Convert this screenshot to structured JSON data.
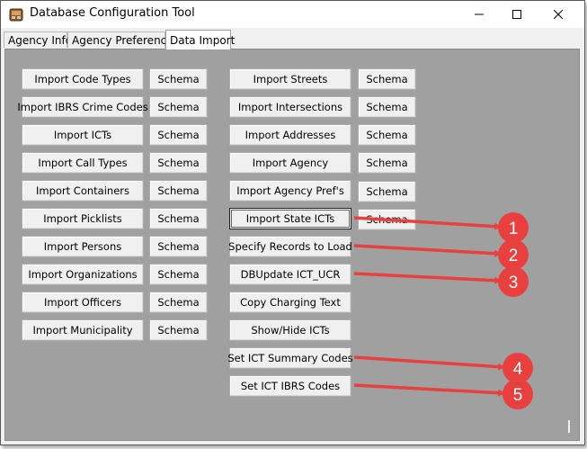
{
  "window": {
    "title": "Database Configuration Tool"
  },
  "tabs": [
    {
      "label": "Agency Info"
    },
    {
      "label": "Agency Preferences"
    },
    {
      "label": "Data Import"
    }
  ],
  "left_buttons": [
    {
      "label": "Import Code Types",
      "schema": "Schema"
    },
    {
      "label": "Import IBRS Crime Codes",
      "schema": "Schema"
    },
    {
      "label": "Import ICTs",
      "schema": "Schema"
    },
    {
      "label": "Import Call Types",
      "schema": "Schema"
    },
    {
      "label": "Import Containers",
      "schema": "Schema"
    },
    {
      "label": "Import Picklists",
      "schema": "Schema"
    },
    {
      "label": "Import Persons",
      "schema": "Schema"
    },
    {
      "label": "Import Organizations",
      "schema": "Schema"
    },
    {
      "label": "Import Officers",
      "schema": "Schema"
    },
    {
      "label": "Import Municipality",
      "schema": "Schema"
    }
  ],
  "right_buttons": [
    {
      "label": "Import Streets",
      "schema": "Schema"
    },
    {
      "label": "Import Intersections",
      "schema": "Schema"
    },
    {
      "label": "Import Addresses",
      "schema": "Schema"
    },
    {
      "label": "Import Agency",
      "schema": "Schema"
    },
    {
      "label": "Import Agency Pref's",
      "schema": "Schema"
    },
    {
      "label": "Import State ICTs",
      "schema": "Schema"
    },
    {
      "label": "Specify Records to Load"
    },
    {
      "label": "DBUpdate ICT_UCR"
    },
    {
      "label": "Copy Charging Text"
    },
    {
      "label": "Show/Hide ICTs"
    },
    {
      "label": "Set ICT Summary Codes"
    },
    {
      "label": "Set ICT IBRS Codes"
    }
  ],
  "callouts": [
    "1",
    "2",
    "3",
    "4",
    "5"
  ],
  "colors": {
    "callout": "#e8403f",
    "panel": "#a0a0a0",
    "button": "#f0f0f0"
  },
  "icons": {
    "app": "database-app-icon",
    "minimize": "minimize-icon",
    "maximize": "maximize-icon",
    "close": "close-icon"
  }
}
